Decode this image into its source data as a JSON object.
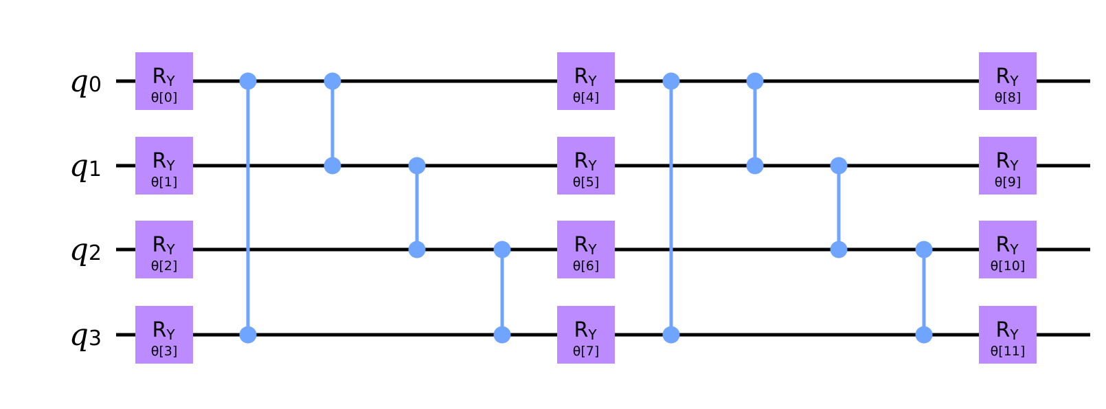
{
  "colors": {
    "wire": "#000000",
    "gate_fill": "#bb8bff",
    "control": "#6fa4ff"
  },
  "qubits": [
    {
      "base": "q",
      "index": "0"
    },
    {
      "base": "q",
      "index": "1"
    },
    {
      "base": "q",
      "index": "2"
    },
    {
      "base": "q",
      "index": "3"
    }
  ],
  "gates": [
    {
      "name": "R",
      "sub": "Y",
      "param": "θ[0]",
      "qubit": 0,
      "column": 0
    },
    {
      "name": "R",
      "sub": "Y",
      "param": "θ[1]",
      "qubit": 1,
      "column": 0
    },
    {
      "name": "R",
      "sub": "Y",
      "param": "θ[2]",
      "qubit": 2,
      "column": 0
    },
    {
      "name": "R",
      "sub": "Y",
      "param": "θ[3]",
      "qubit": 3,
      "column": 0
    },
    {
      "name": "R",
      "sub": "Y",
      "param": "θ[4]",
      "qubit": 0,
      "column": 5
    },
    {
      "name": "R",
      "sub": "Y",
      "param": "θ[5]",
      "qubit": 1,
      "column": 5
    },
    {
      "name": "R",
      "sub": "Y",
      "param": "θ[6]",
      "qubit": 2,
      "column": 5
    },
    {
      "name": "R",
      "sub": "Y",
      "param": "θ[7]",
      "qubit": 3,
      "column": 5
    },
    {
      "name": "R",
      "sub": "Y",
      "param": "θ[8]",
      "qubit": 0,
      "column": 10
    },
    {
      "name": "R",
      "sub": "Y",
      "param": "θ[9]",
      "qubit": 1,
      "column": 10
    },
    {
      "name": "R",
      "sub": "Y",
      "param": "θ[10]",
      "qubit": 2,
      "column": 10
    },
    {
      "name": "R",
      "sub": "Y",
      "param": "θ[11]",
      "qubit": 3,
      "column": 10
    }
  ],
  "controlled_z": [
    {
      "qubits": [
        0,
        3
      ],
      "column": 1
    },
    {
      "qubits": [
        0,
        1
      ],
      "column": 2
    },
    {
      "qubits": [
        1,
        2
      ],
      "column": 3
    },
    {
      "qubits": [
        2,
        3
      ],
      "column": 4
    },
    {
      "qubits": [
        0,
        3
      ],
      "column": 6
    },
    {
      "qubits": [
        0,
        1
      ],
      "column": 7
    },
    {
      "qubits": [
        1,
        2
      ],
      "column": 8
    },
    {
      "qubits": [
        2,
        3
      ],
      "column": 9
    }
  ]
}
